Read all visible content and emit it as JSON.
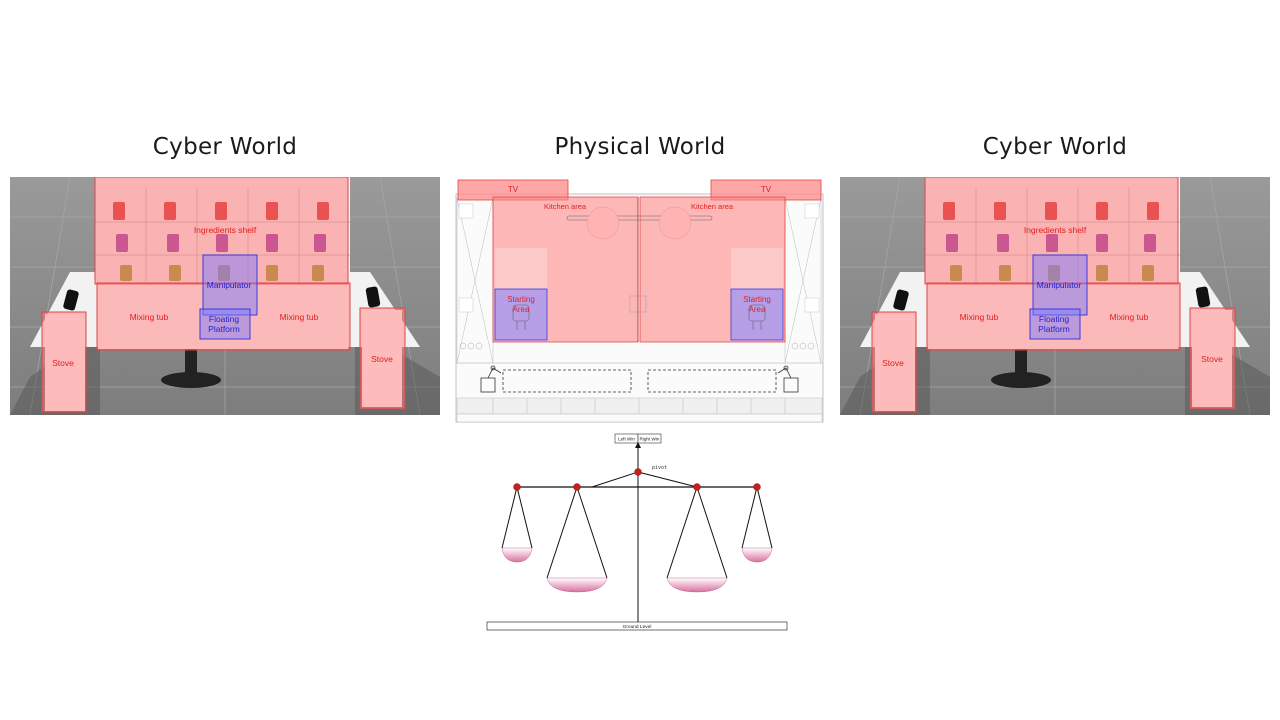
{
  "headings": {
    "left": "Cyber World",
    "middle": "Physical World",
    "right": "Cyber World"
  },
  "cyber": {
    "ingredients_shelf": "Ingredients shelf",
    "manipulator": "Manipulator",
    "floating_platform_line1": "Floating",
    "floating_platform_line2": "Platform",
    "mixing_tub": "Mixing tub",
    "stove": "Stove"
  },
  "physical": {
    "tv": "TV",
    "kitchen_area": "Kitchen area",
    "starting_area_line1": "Starting",
    "starting_area_line2": "Area"
  },
  "balance": {
    "left_win": "Left Win",
    "right_win": "Right Win",
    "pivot": "pivot",
    "ground_level": "Ground Level"
  },
  "colors": {
    "red_region": "#ff8a8a",
    "blue_region": "#7b7bff",
    "floor": "#8d8d8d",
    "pivot_dot": "#c81e1e",
    "pan_pink": "#d96a9a"
  }
}
